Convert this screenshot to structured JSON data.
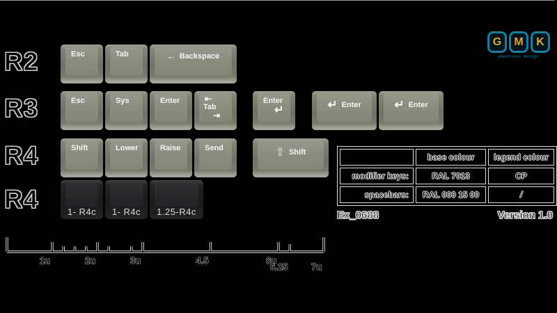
{
  "colors": {
    "background": "#000000",
    "key_top": "#8b8e7f",
    "key_side": "#6f7264",
    "key_dark_top": "#27272a",
    "legend": "#f4f4f5",
    "outline_text": "#d4d4d4",
    "logo_teal": "#1b7e9f",
    "logo_yellow": "#e0a33c"
  },
  "logo": {
    "letters": [
      "G",
      "M",
      "K"
    ],
    "tagline": "electronic design"
  },
  "row_labels": [
    "R2",
    "R3",
    "R4",
    "R4"
  ],
  "keyboard": {
    "rows": [
      {
        "row": "R2",
        "keys": [
          {
            "name": "esc",
            "u": 1,
            "type": "plain",
            "legend": "Esc"
          },
          {
            "name": "tab",
            "u": 1,
            "type": "plain",
            "legend": "Tab"
          },
          {
            "name": "backspace",
            "u": 2,
            "type": "icon-text",
            "valign": "top",
            "icon": "←",
            "icon_name": "backspace-arrow-icon",
            "icon_class": "i-backspace",
            "legend": "Backspace"
          }
        ]
      },
      {
        "row": "R3",
        "keys": [
          {
            "name": "esc",
            "u": 1,
            "type": "plain",
            "legend": "Esc"
          },
          {
            "name": "sys",
            "u": 1,
            "type": "plain",
            "legend": "Sys"
          },
          {
            "name": "enter",
            "u": 1,
            "type": "plain",
            "legend": "Enter"
          },
          {
            "name": "tab-bidirectional",
            "u": 1,
            "type": "tab3",
            "lines": [
              "⇤",
              "Tab",
              "⇥"
            ]
          },
          {
            "name": "enter-return",
            "u": 1,
            "type": "two-line",
            "gap_before": 20,
            "lines": [
              "Enter",
              "↵"
            ]
          },
          {
            "name": "enter-1_5u",
            "u": 1.5,
            "type": "icon-text",
            "valign": "middle",
            "gap_before": 21,
            "icon": "↵",
            "icon_name": "return-arrow-icon",
            "icon_class": "i-return",
            "legend": "Enter"
          },
          {
            "name": "enter-1_5u",
            "u": 1.5,
            "type": "icon-text",
            "valign": "middle",
            "icon": "↵",
            "icon_name": "return-arrow-icon",
            "icon_class": "i-return",
            "legend": "Enter"
          }
        ]
      },
      {
        "row": "R4",
        "keys": [
          {
            "name": "shift",
            "u": 1,
            "type": "plain",
            "legend": "Shift"
          },
          {
            "name": "lower",
            "u": 1,
            "type": "plain",
            "legend": "Lower"
          },
          {
            "name": "raise",
            "u": 1,
            "type": "plain",
            "legend": "Raise"
          },
          {
            "name": "send",
            "u": 1,
            "type": "plain",
            "legend": "Send"
          },
          {
            "name": "shift-1_75u",
            "u": 1.75,
            "type": "icon-text",
            "valign": "middle",
            "gap_before": 20,
            "icon": "⇧",
            "icon_name": "shift-arrow-icon",
            "icon_class": "i-shift",
            "legend": "Shift"
          }
        ]
      },
      {
        "row": "R4",
        "keys": [
          {
            "name": "r4c-1u",
            "u": 1,
            "type": "front",
            "dark": true,
            "legend": "1- R4c"
          },
          {
            "name": "r4c-1u",
            "u": 1,
            "type": "front",
            "dark": true,
            "legend": "1- R4c"
          },
          {
            "name": "r4c-1_25u",
            "u": 1.25,
            "type": "front",
            "dark": true,
            "legend": "1.25-R4c"
          }
        ]
      }
    ]
  },
  "table": {
    "headers": [
      "",
      "base colour",
      "legend colour"
    ],
    "rows": [
      [
        "modifier keys:",
        "RAL 7013",
        "CP"
      ],
      [
        "spacebars:",
        "RAL 000 15 00",
        "/"
      ]
    ]
  },
  "footer": {
    "left": "Ex_0688",
    "right": "Version 1.0"
  },
  "ruler": {
    "units_total": 7,
    "ticks": [
      {
        "u": 0,
        "size": "end"
      },
      {
        "u": 1,
        "size": "major",
        "label": "1u",
        "label_row": 1
      },
      {
        "u": 1.25,
        "size": "minor"
      },
      {
        "u": 1.5,
        "size": "minor"
      },
      {
        "u": 1.75,
        "size": "minor"
      },
      {
        "u": 2,
        "size": "major",
        "label": "2u",
        "label_row": 1
      },
      {
        "u": 2.25,
        "size": "minor"
      },
      {
        "u": 2.75,
        "size": "minor"
      },
      {
        "u": 3,
        "size": "major",
        "label": "3u",
        "label_row": 1
      },
      {
        "u": 4.5,
        "size": "major",
        "label": "4.5",
        "label_row": 1
      },
      {
        "u": 6,
        "size": "major",
        "label": "6u",
        "label_row": 1
      },
      {
        "u": 6.25,
        "size": "major2",
        "label": "6.25",
        "label_row": 2
      },
      {
        "u": 7,
        "size": "end",
        "label": "7u",
        "label_row": 2
      }
    ]
  }
}
